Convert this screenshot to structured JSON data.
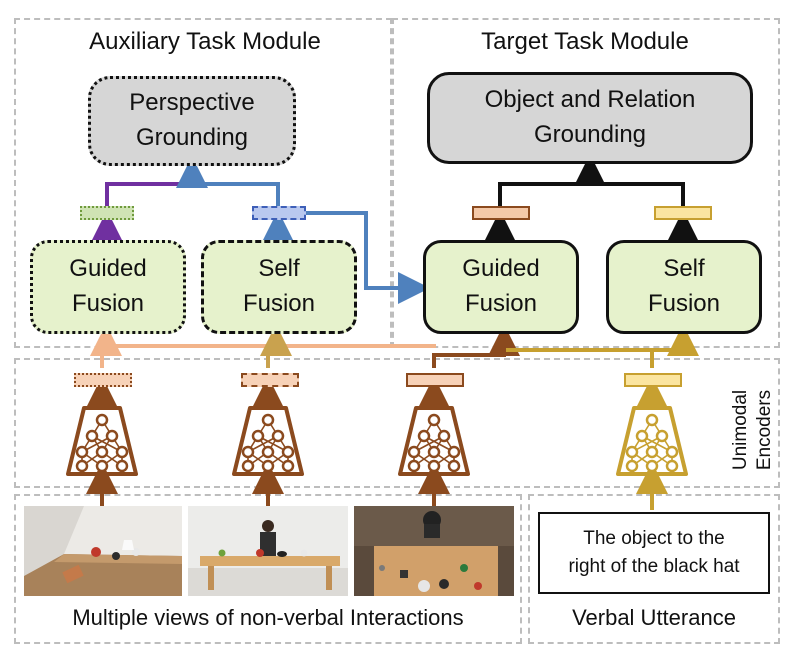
{
  "modules": {
    "auxiliary_title": "Auxiliary Task Module",
    "target_title": "Target Task Module"
  },
  "boxes": {
    "perspective_grounding": "Perspective\nGrounding",
    "object_relation_grounding": "Object and Relation\nGrounding",
    "aux_guided_fusion": "Guided\nFusion",
    "aux_self_fusion": "Self\nFusion",
    "tgt_guided_fusion": "Guided\nFusion",
    "tgt_self_fusion": "Self\nFusion"
  },
  "encoders_label": "Unimodal\nEncoders",
  "utterance_text": "The object to the\nright of the black hat",
  "bottom_labels": {
    "views": "Multiple views of non-verbal Interactions",
    "verbal": "Verbal Utterance"
  },
  "colors": {
    "purple": "#7030a0",
    "blue": "#4f81bd",
    "brown": "#8b4a1e",
    "peach": "#f2b48a",
    "tan": "#c9a24e",
    "gold": "#c7a030",
    "green_fill": "#e6f2cc",
    "grey_fill": "#d6d6d6"
  }
}
